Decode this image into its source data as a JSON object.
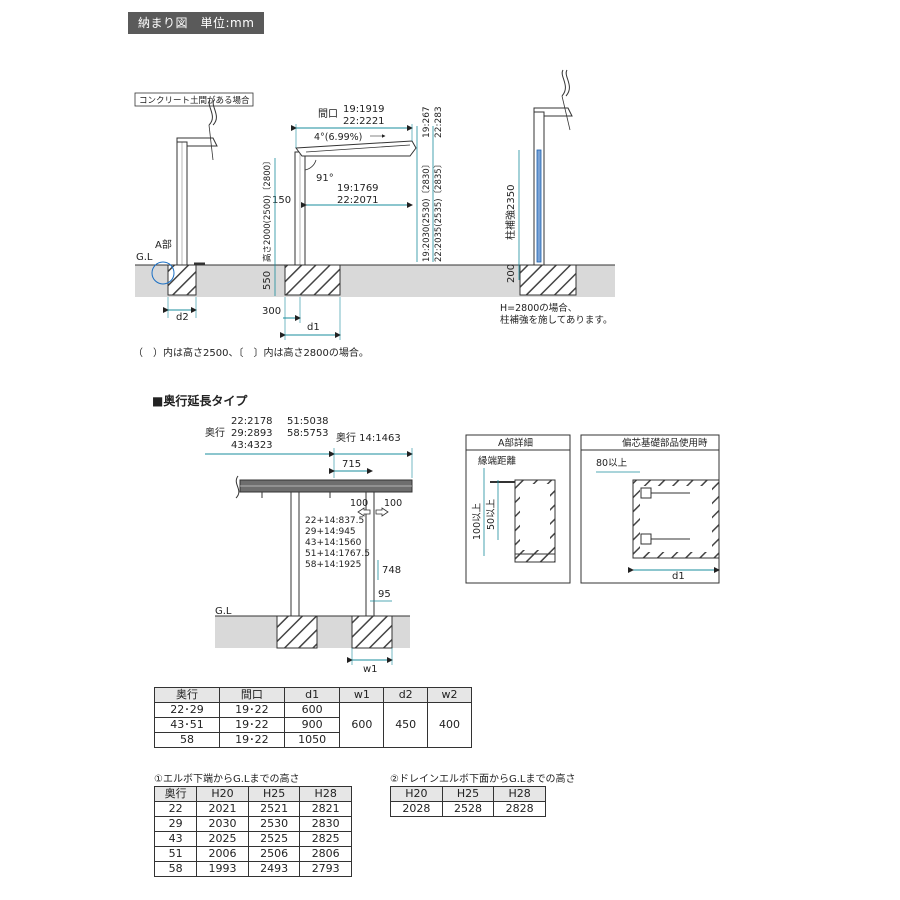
{
  "header": {
    "title": "納まり図　単位:mm"
  },
  "top_diagram": {
    "concrete_label": "コンクリート土間がある場合",
    "gl": "G.L",
    "a_part": "A部",
    "d2": "d2",
    "d1": "d1",
    "dim_300": "300",
    "dim_550": "550",
    "dim_150": "150",
    "angle_slope": "4°(6.99%)",
    "angle_91": "91°",
    "opening_label": "間口",
    "opening_19": "19:1919",
    "opening_22": "22:2221",
    "inner_19": "19:1769",
    "inner_22": "22:2071",
    "right_top_19": "19:267",
    "right_top_22": "22:283",
    "height_left": "高さ2000(2500)〔2800〕",
    "height_right_19": "19:2030(2530)〔2830〕",
    "height_right_22": "22:2035(2535)〔2835〕",
    "reinforce_label": "柱補強2350",
    "dim_200": "200",
    "note_h2800_1": "H=2800の場合、",
    "note_h2800_2": "柱補強を施してあります。",
    "paren_note": "（　）内は高さ2500、〔　〕内は高さ2800の場合。"
  },
  "extension": {
    "section_title": "■奥行延長タイプ",
    "depth_label": "奥行",
    "depth_values": [
      "22:2178",
      "51:5038",
      "29:2893",
      "58:5753",
      "43:4323"
    ],
    "depth_ext": "奥行 14:1463",
    "dim_715": "715",
    "dim_100a": "100",
    "dim_100b": "100",
    "heights": [
      "22+14:837.5",
      "29+14:945",
      "43+14:1560",
      "51+14:1767.5",
      "58+14:1925"
    ],
    "dim_748": "748",
    "dim_95": "95",
    "gl": "G.L",
    "w1": "w1"
  },
  "detail_a": {
    "title": "A部詳細",
    "edge_label": "縁端距離",
    "dim_100": "100以上",
    "dim_50": "50以上"
  },
  "detail_eccentric": {
    "title": "偏芯基礎部品使用時",
    "dim_80": "80以上",
    "d1": "d1"
  },
  "main_table": {
    "headers": [
      "奥行",
      "間口",
      "d1",
      "w1",
      "d2",
      "w2"
    ],
    "rows": [
      [
        "22･29",
        "19･22",
        "600"
      ],
      [
        "43･51",
        "19･22",
        "900"
      ],
      [
        "58",
        "19･22",
        "1050"
      ]
    ],
    "merged": {
      "w1": "600",
      "d2": "450",
      "w2": "400"
    }
  },
  "elbow_table": {
    "title": "①エルボ下端からG.Lまでの高さ",
    "headers": [
      "奥行",
      "H20",
      "H25",
      "H28"
    ],
    "rows": [
      [
        "22",
        "2021",
        "2521",
        "2821"
      ],
      [
        "29",
        "2030",
        "2530",
        "2830"
      ],
      [
        "43",
        "2025",
        "2525",
        "2825"
      ],
      [
        "51",
        "2006",
        "2506",
        "2806"
      ],
      [
        "58",
        "1993",
        "2493",
        "2793"
      ]
    ]
  },
  "drain_table": {
    "title": "②ドレインエルボ下面からG.Lまでの高さ",
    "headers": [
      "H20",
      "H25",
      "H28"
    ],
    "rows": [
      [
        "2028",
        "2528",
        "2828"
      ]
    ]
  }
}
